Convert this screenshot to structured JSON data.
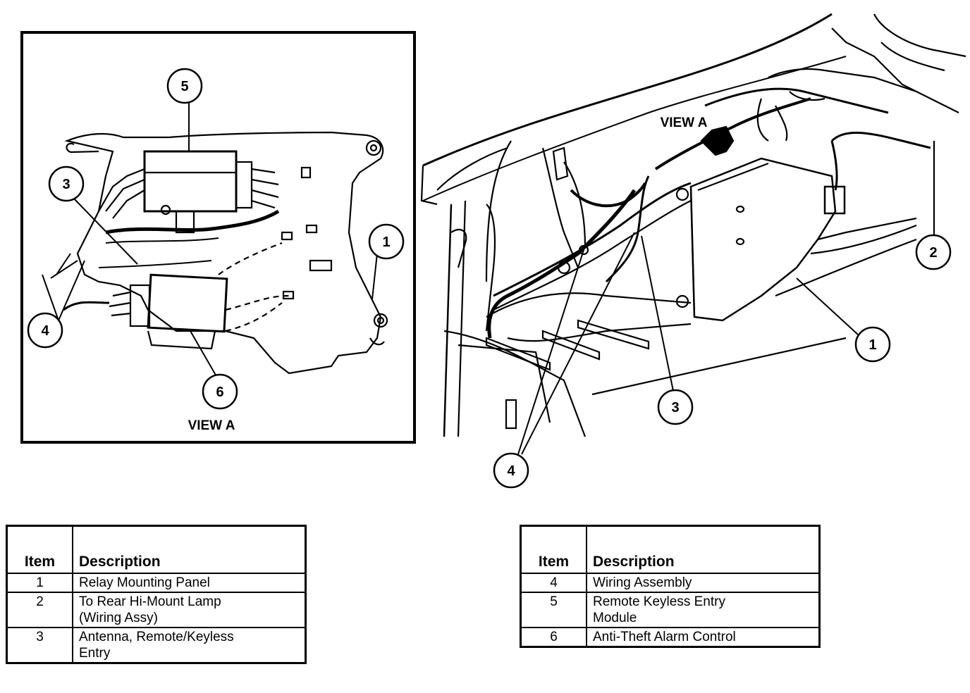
{
  "inset": {
    "view_label": "VIEW A",
    "callouts": [
      "5",
      "3",
      "1",
      "4",
      "6"
    ]
  },
  "main_view": {
    "view_label": "VIEW A",
    "callouts": [
      "2",
      "1",
      "3",
      "4"
    ]
  },
  "table_left": {
    "headers": {
      "item": "Item",
      "description": "Description"
    },
    "rows": [
      {
        "item": "1",
        "description": "Relay Mounting Panel"
      },
      {
        "item": "2",
        "description": "To Rear Hi-Mount Lamp\n(Wiring Assy)"
      },
      {
        "item": "3",
        "description": "Antenna, Remote/Keyless\nEntry"
      }
    ]
  },
  "table_right": {
    "headers": {
      "item": "Item",
      "description": "Description"
    },
    "rows": [
      {
        "item": "4",
        "description": "Wiring Assembly"
      },
      {
        "item": "5",
        "description": "Remote Keyless Entry\nModule"
      },
      {
        "item": "6",
        "description": "Anti-Theft Alarm Control"
      }
    ]
  }
}
